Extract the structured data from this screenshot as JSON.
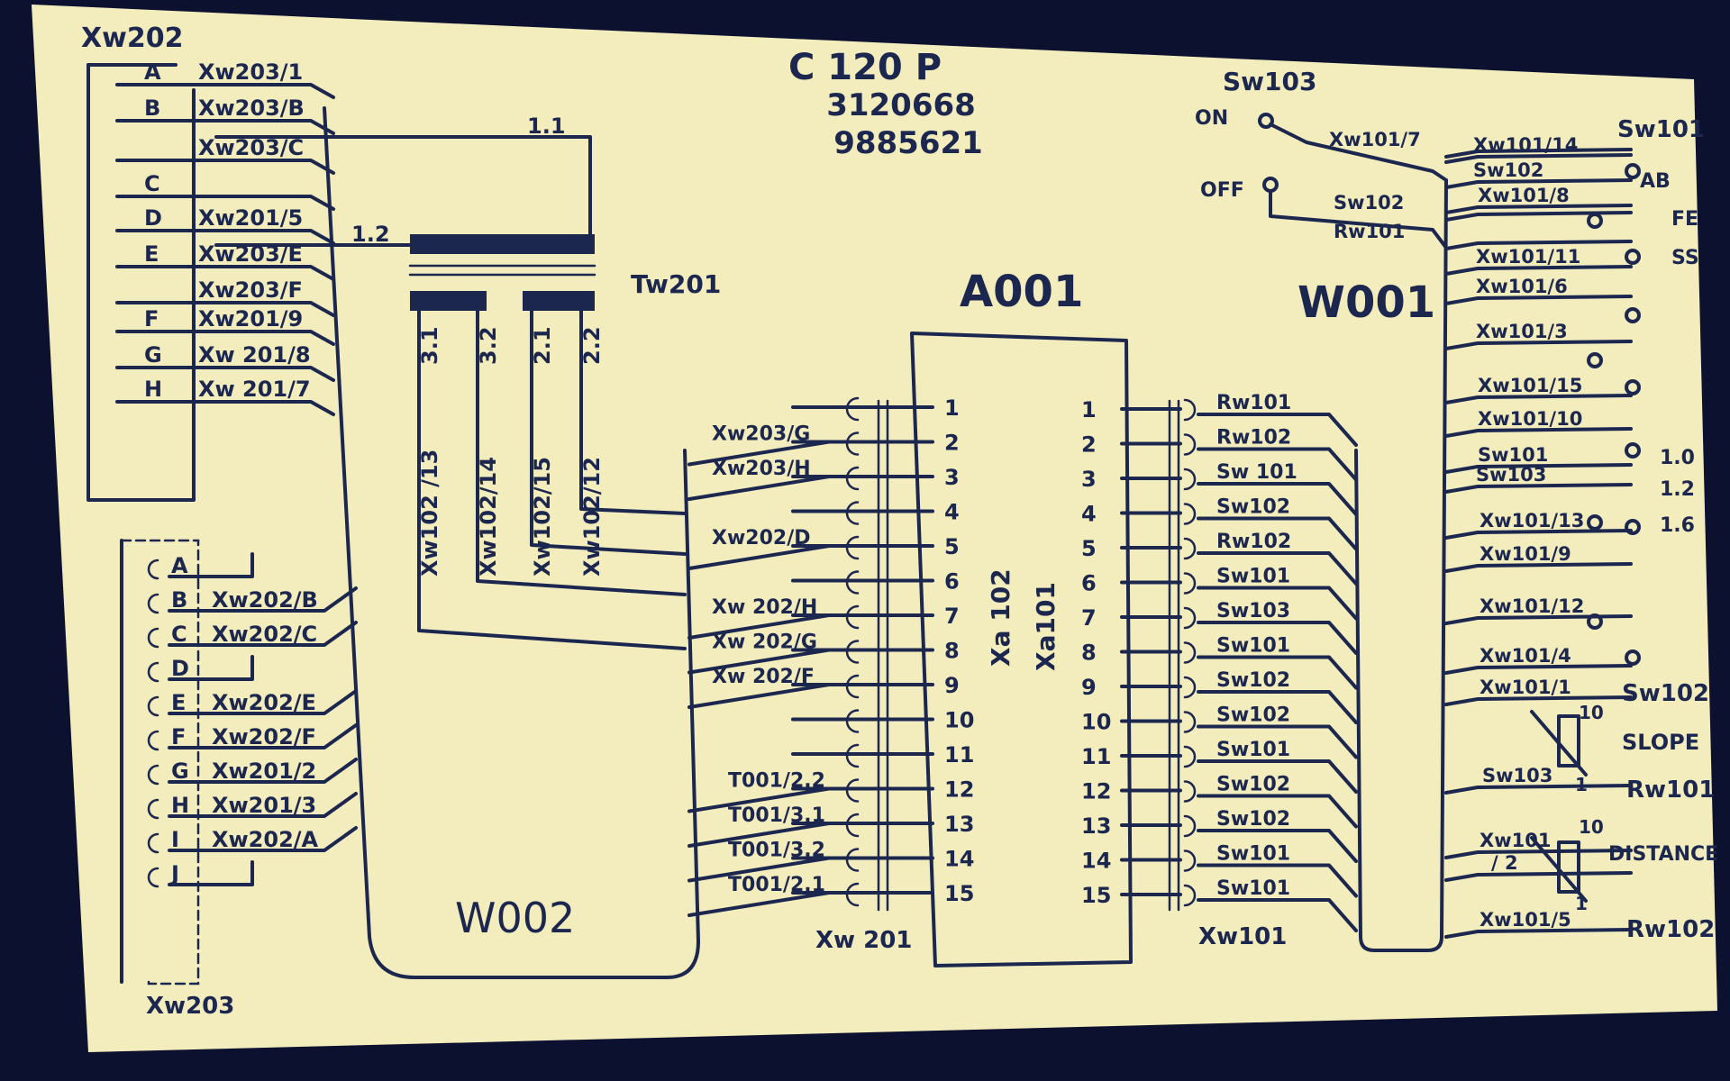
{
  "colors": {
    "paper": "#f3ecbc",
    "ink": "#1c2750",
    "background": "#0c1130"
  },
  "header": {
    "model": "C 120 P",
    "code1": "3120668",
    "code2": "9885621"
  },
  "labels": {
    "xw202": "Xw202",
    "xw203": "Xw203",
    "tw201": "Tw201",
    "a001": "A001",
    "w001": "W001",
    "w002": "W002",
    "xw201_bottom": "Xw 201",
    "xw101_bottom": "Xw101",
    "xa102": "Xa 102",
    "xa101": "Xa101",
    "sw103_top": "Sw103",
    "sw101_top": "Sw101",
    "tap_1_1": "1.1",
    "tap_1_2": "1.2"
  },
  "switch_labels": {
    "on": "ON",
    "off": "OFF",
    "ab": "AB",
    "fe": "FE",
    "ss": "SS",
    "v10": "1.0",
    "v12": "1.2",
    "v16": "1.6",
    "sw102": "Sw102",
    "slope": "SLOPE",
    "rw101": "Rw101",
    "distance": "DISTANCE",
    "rw102": "Rw102",
    "r10a": "10",
    "r1a": "1",
    "r10b": "10",
    "r1b": "1"
  },
  "xw202_rows": [
    {
      "pin": "A",
      "wire": "Xw203/1"
    },
    {
      "pin": "B",
      "wire": "Xw203/B"
    },
    {
      "pin": "",
      "wire": "Xw203/C"
    },
    {
      "pin": "C",
      "wire": ""
    },
    {
      "pin": "D",
      "wire": "Xw201/5"
    },
    {
      "pin": "E",
      "wire": "Xw203/E"
    },
    {
      "pin": "",
      "wire": "Xw203/F"
    },
    {
      "pin": "F",
      "wire": "Xw201/9"
    },
    {
      "pin": "G",
      "wire": "Xw 201/8"
    },
    {
      "pin": "H",
      "wire": "Xw 201/7"
    }
  ],
  "xw203_rows": [
    {
      "pin": "A",
      "wire": ""
    },
    {
      "pin": "B",
      "wire": "Xw202/B"
    },
    {
      "pin": "C",
      "wire": "Xw202/C"
    },
    {
      "pin": "D",
      "wire": ""
    },
    {
      "pin": "E",
      "wire": "Xw202/E"
    },
    {
      "pin": "F",
      "wire": "Xw202/F"
    },
    {
      "pin": "G",
      "wire": "Xw201/2"
    },
    {
      "pin": "H",
      "wire": "Xw201/3"
    },
    {
      "pin": "I",
      "wire": "Xw202/A"
    },
    {
      "pin": "J",
      "wire": ""
    }
  ],
  "transformer_wires": [
    "Xw102 /13",
    "Xw102/14",
    "Xw102/15",
    "Xw102/12"
  ],
  "transformer_pins": [
    "3.1",
    "3.2",
    "2.1",
    "2.2"
  ],
  "left_connector_labels": [
    {
      "pin": 2,
      "text": "Xw203/G"
    },
    {
      "pin": 3,
      "text": "Xw203/H"
    },
    {
      "pin": 5,
      "text": "Xw202/D"
    },
    {
      "pin": 7,
      "text": "Xw 202/H"
    },
    {
      "pin": 8,
      "text": "Xw 202/G"
    },
    {
      "pin": 9,
      "text": "Xw 202/F"
    },
    {
      "pin": 12,
      "text": "T001/2.2"
    },
    {
      "pin": 13,
      "text": "T001/3.1"
    },
    {
      "pin": 14,
      "text": "T001/3.2"
    },
    {
      "pin": 15,
      "text": "T001/2.1"
    }
  ],
  "pins": [
    "1",
    "2",
    "3",
    "4",
    "5",
    "6",
    "7",
    "8",
    "9",
    "10",
    "11",
    "12",
    "13",
    "14",
    "15"
  ],
  "right_connector_labels": [
    "Rw101",
    "Rw102",
    "Sw 101",
    "Sw102",
    "Rw102",
    "Sw101",
    "Sw103",
    "Sw101",
    "Sw102",
    "Sw102",
    "Sw101",
    "Sw102",
    "Sw102",
    "Sw101",
    "Sw101"
  ],
  "switch_wires": [
    "Xw101/7",
    "Sw102",
    "Rw101",
    "Xw101/14",
    "Sw102",
    "Xw101/8",
    "Xw101/11",
    "Xw101/6",
    "Xw101/3",
    "Xw101/15",
    "Xw101/10",
    "Sw101",
    "Sw103",
    "Xw101/13",
    "Xw101/9",
    "Xw101/12",
    "Xw101/4",
    "Xw101/1",
    "Sw103",
    "Xw101",
    "/ 2",
    "Xw101/5"
  ]
}
